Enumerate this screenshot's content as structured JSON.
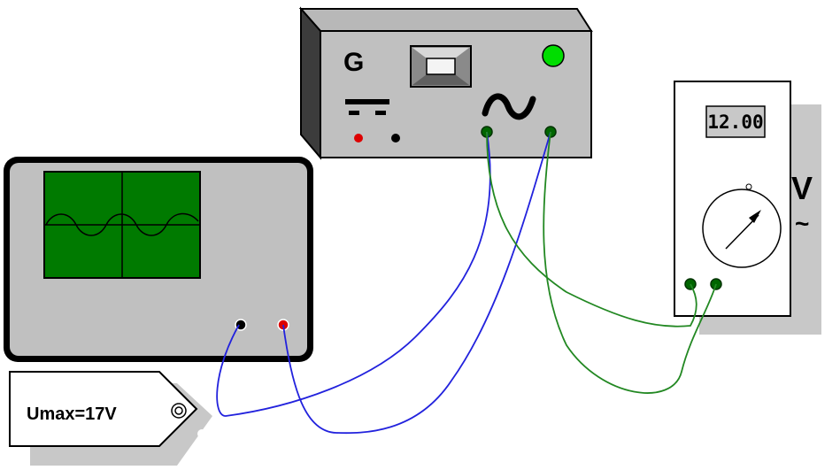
{
  "generator": {
    "label": "G",
    "waveform_symbol": "∿",
    "led_color": "#00dd00"
  },
  "voltmeter": {
    "display_value": "12.00",
    "unit": "V",
    "ac_symbol": "~"
  },
  "tag": {
    "text": "Umax=17V"
  },
  "colors": {
    "panel_gray": "#c0c0c0",
    "shadow_gray": "#c8c8c8",
    "dark_side": "#404040",
    "screen_green": "#007a00",
    "wire_blue": "#2222dd",
    "wire_green": "#228822",
    "terminal_red": "#dd0000",
    "terminal_green": "#006600"
  }
}
